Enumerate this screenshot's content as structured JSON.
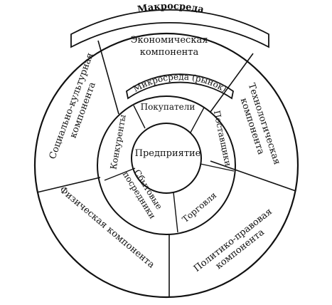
{
  "diagram": {
    "macro_title": "Макросреда",
    "micro_title": "Микросреда (рынок)",
    "center": "Предприятие",
    "outer_sectors": {
      "economic": [
        "Экономическая",
        "компонента"
      ],
      "technological": [
        "Технологическая",
        "компонента"
      ],
      "political_legal": [
        "Политико-правовая",
        "компонента"
      ],
      "physical": [
        "Физическая компонента"
      ],
      "socio_cultural": [
        "Социально-культурная",
        "компонента"
      ]
    },
    "micro_sectors": {
      "buyers": "Покупатели",
      "suppliers": "Поставщики",
      "trade": "Торговля",
      "intermediaries": [
        "Сбытовые",
        "посредники"
      ],
      "competitors": "Конкуренты"
    },
    "colors": {
      "stroke": "#111111",
      "background": "#ffffff"
    }
  }
}
